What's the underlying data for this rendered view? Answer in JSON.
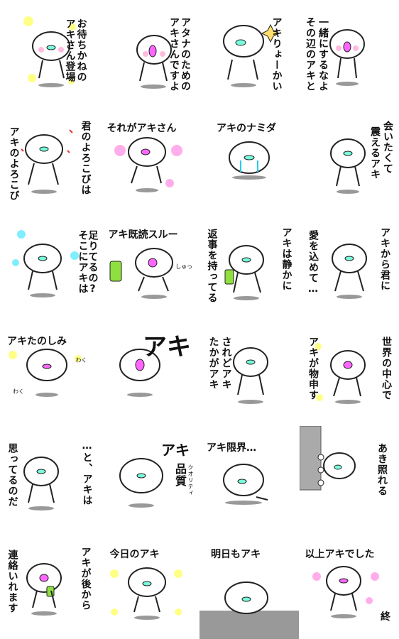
{
  "stickers": [
    {
      "text": [
        "アキさん登場",
        "お待ちかねの"
      ]
    },
    {
      "text": [
        "アキさんですよ",
        "アタナのための"
      ]
    },
    {
      "text": [
        "アキりょーかい"
      ]
    },
    {
      "text": [
        "一緒にするなよ",
        "その辺のアキと"
      ]
    },
    {
      "text": [
        "アキのよろこび",
        "君のよろこびは"
      ]
    },
    {
      "text": [
        "それがアキさん"
      ]
    },
    {
      "text": [
        "アキのナミダ"
      ]
    },
    {
      "text": [
        "震えるアキ",
        "会いたくて"
      ]
    },
    {
      "text": [
        "足りてるの?",
        "そこにアキは"
      ]
    },
    {
      "text": [
        "アキ既読スルー"
      ],
      "sfx": "しゅっ"
    },
    {
      "text": [
        "返事を持ってる",
        "アキは静かに"
      ]
    },
    {
      "text": [
        "愛を込めて…",
        "アキから君に"
      ]
    },
    {
      "text": [
        "アキたのしみ"
      ],
      "sfx": [
        "わく",
        "わく"
      ]
    },
    {
      "text": [
        "アキ"
      ]
    },
    {
      "text": [
        "されどアキ",
        "たかがアキ"
      ]
    },
    {
      "text": [
        "アキが物申す",
        "世界の中心で"
      ]
    },
    {
      "text": [
        "思ってるのだ",
        "…と、アキは"
      ]
    },
    {
      "text": [
        "アキ",
        "品質"
      ],
      "ruby": "クオリティ"
    },
    {
      "text": [
        "アキ限界…"
      ]
    },
    {
      "text": [
        "あき照れる"
      ]
    },
    {
      "text": [
        "連絡いれます",
        "アキが後から"
      ]
    },
    {
      "text": [
        "今日のアキ"
      ]
    },
    {
      "text": [
        "明日もアキ"
      ]
    },
    {
      "text": [
        "以上アキでした"
      ],
      "end": "終"
    }
  ]
}
